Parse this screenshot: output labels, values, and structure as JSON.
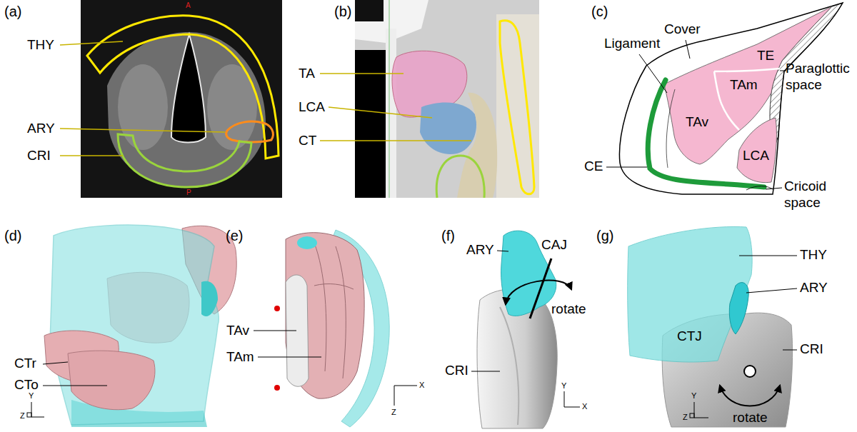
{
  "diagram": {
    "labels": [
      "(a)",
      "THY",
      "ARY",
      "CRI",
      "A",
      "P",
      "(b)",
      "TA",
      "LCA",
      "CT",
      "(c)",
      "Cover",
      "Ligament",
      "TE",
      "Paraglottic space",
      "TAm",
      "TAv",
      "CE",
      "LCA",
      "Cricoid space",
      "(d)",
      "CTr",
      "CTo",
      "Y",
      "Z",
      "(e)",
      "TAv",
      "TAm",
      "X",
      "Z",
      "(f)",
      "ARY",
      "CAJ",
      "rotate",
      "CRI",
      "Y",
      "X",
      "(g)",
      "THY",
      "ARY",
      "CTJ",
      "CRI",
      "rotate",
      "Y",
      "Z"
    ]
  }
}
